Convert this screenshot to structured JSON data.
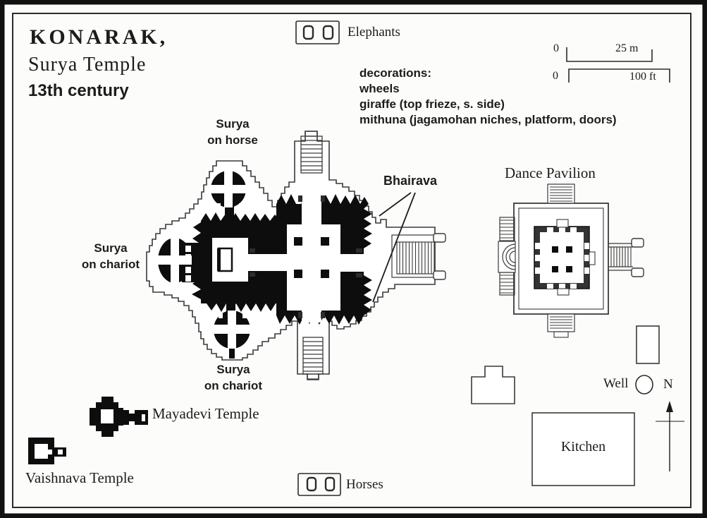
{
  "title": {
    "line1": "KONARAK,",
    "line2": "Surya Temple",
    "line3": "13th century"
  },
  "decorations": {
    "heading": "decorations:",
    "items": [
      "wheels",
      "giraffe (top frieze, s. side)",
      "mithuna (jagamohan niches, platform, doors)"
    ]
  },
  "scale": {
    "m_zero": "0",
    "m_label": "25 m",
    "ft_zero": "0",
    "ft_label": "100 ft"
  },
  "legend": {
    "elephants": "Elephants",
    "horses": "Horses"
  },
  "map_labels": {
    "surya_on_horse": "Surya\non horse",
    "surya_on_chariot_west": "Surya\non chariot",
    "surya_on_chariot_south": "Surya\non chariot",
    "bhairava": "Bhairava",
    "dance_pavilion": "Dance Pavilion",
    "mayadevi_temple": "Mayadevi Temple",
    "vaishnava_temple": "Vaishnava Temple",
    "kitchen": "Kitchen",
    "well": "Well",
    "north": "N"
  },
  "colors": {
    "ink": "#1c1c1c",
    "wall_black": "#0d0d0d",
    "line_gray": "#3a3a3a",
    "paper": "#fcfcfb"
  }
}
